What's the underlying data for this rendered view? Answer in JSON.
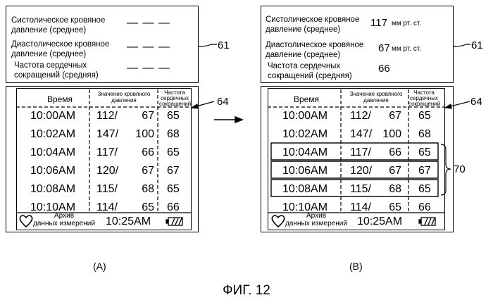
{
  "summary_labels": {
    "systolic": [
      "Систолическое кровяное",
      "давление (среднее)"
    ],
    "diastolic": [
      "Диастолическое кровяное",
      "давление (среднее)"
    ],
    "heart_rate": [
      "Частота сердечных",
      "сокращений (средняя)"
    ]
  },
  "summary_blank": "— — —",
  "summary_values_b": {
    "systolic_value": "117",
    "systolic_unit": "мм рт. ст.",
    "diastolic_value": "67",
    "diastolic_unit": "мм рт. ст.",
    "heart_rate_value": "66"
  },
  "table_headers": {
    "time": "Время",
    "bp": [
      "Значение кровяного",
      "давления"
    ],
    "hr": [
      "Частота",
      "сердечных",
      "сокращений"
    ]
  },
  "rows": [
    {
      "time": "10:00AM",
      "sys": "112/",
      "dia": "67",
      "hr": "65"
    },
    {
      "time": "10:02AM",
      "sys": "147/",
      "dia": "100",
      "hr": "68"
    },
    {
      "time": "10:04AM",
      "sys": "117/",
      "dia": "66",
      "hr": "65"
    },
    {
      "time": "10:06AM",
      "sys": "120/",
      "dia": "67",
      "hr": "67"
    },
    {
      "time": "10:08AM",
      "sys": "115/",
      "dia": "68",
      "hr": "65"
    },
    {
      "time": "10:10AM",
      "sys": "114/",
      "dia": "65",
      "hr": "66"
    }
  ],
  "footer": {
    "archive": [
      "Архив",
      "данных измерений"
    ],
    "clock": "10:25AM"
  },
  "icons": {
    "heart": "heart-outline-icon",
    "battery": "battery-icon"
  },
  "refs": {
    "summary": "61",
    "table": "64",
    "selection": "70"
  },
  "panel_labels": {
    "a": "(A)",
    "b": "(B)"
  },
  "figure_title": "ФИГ. 12"
}
